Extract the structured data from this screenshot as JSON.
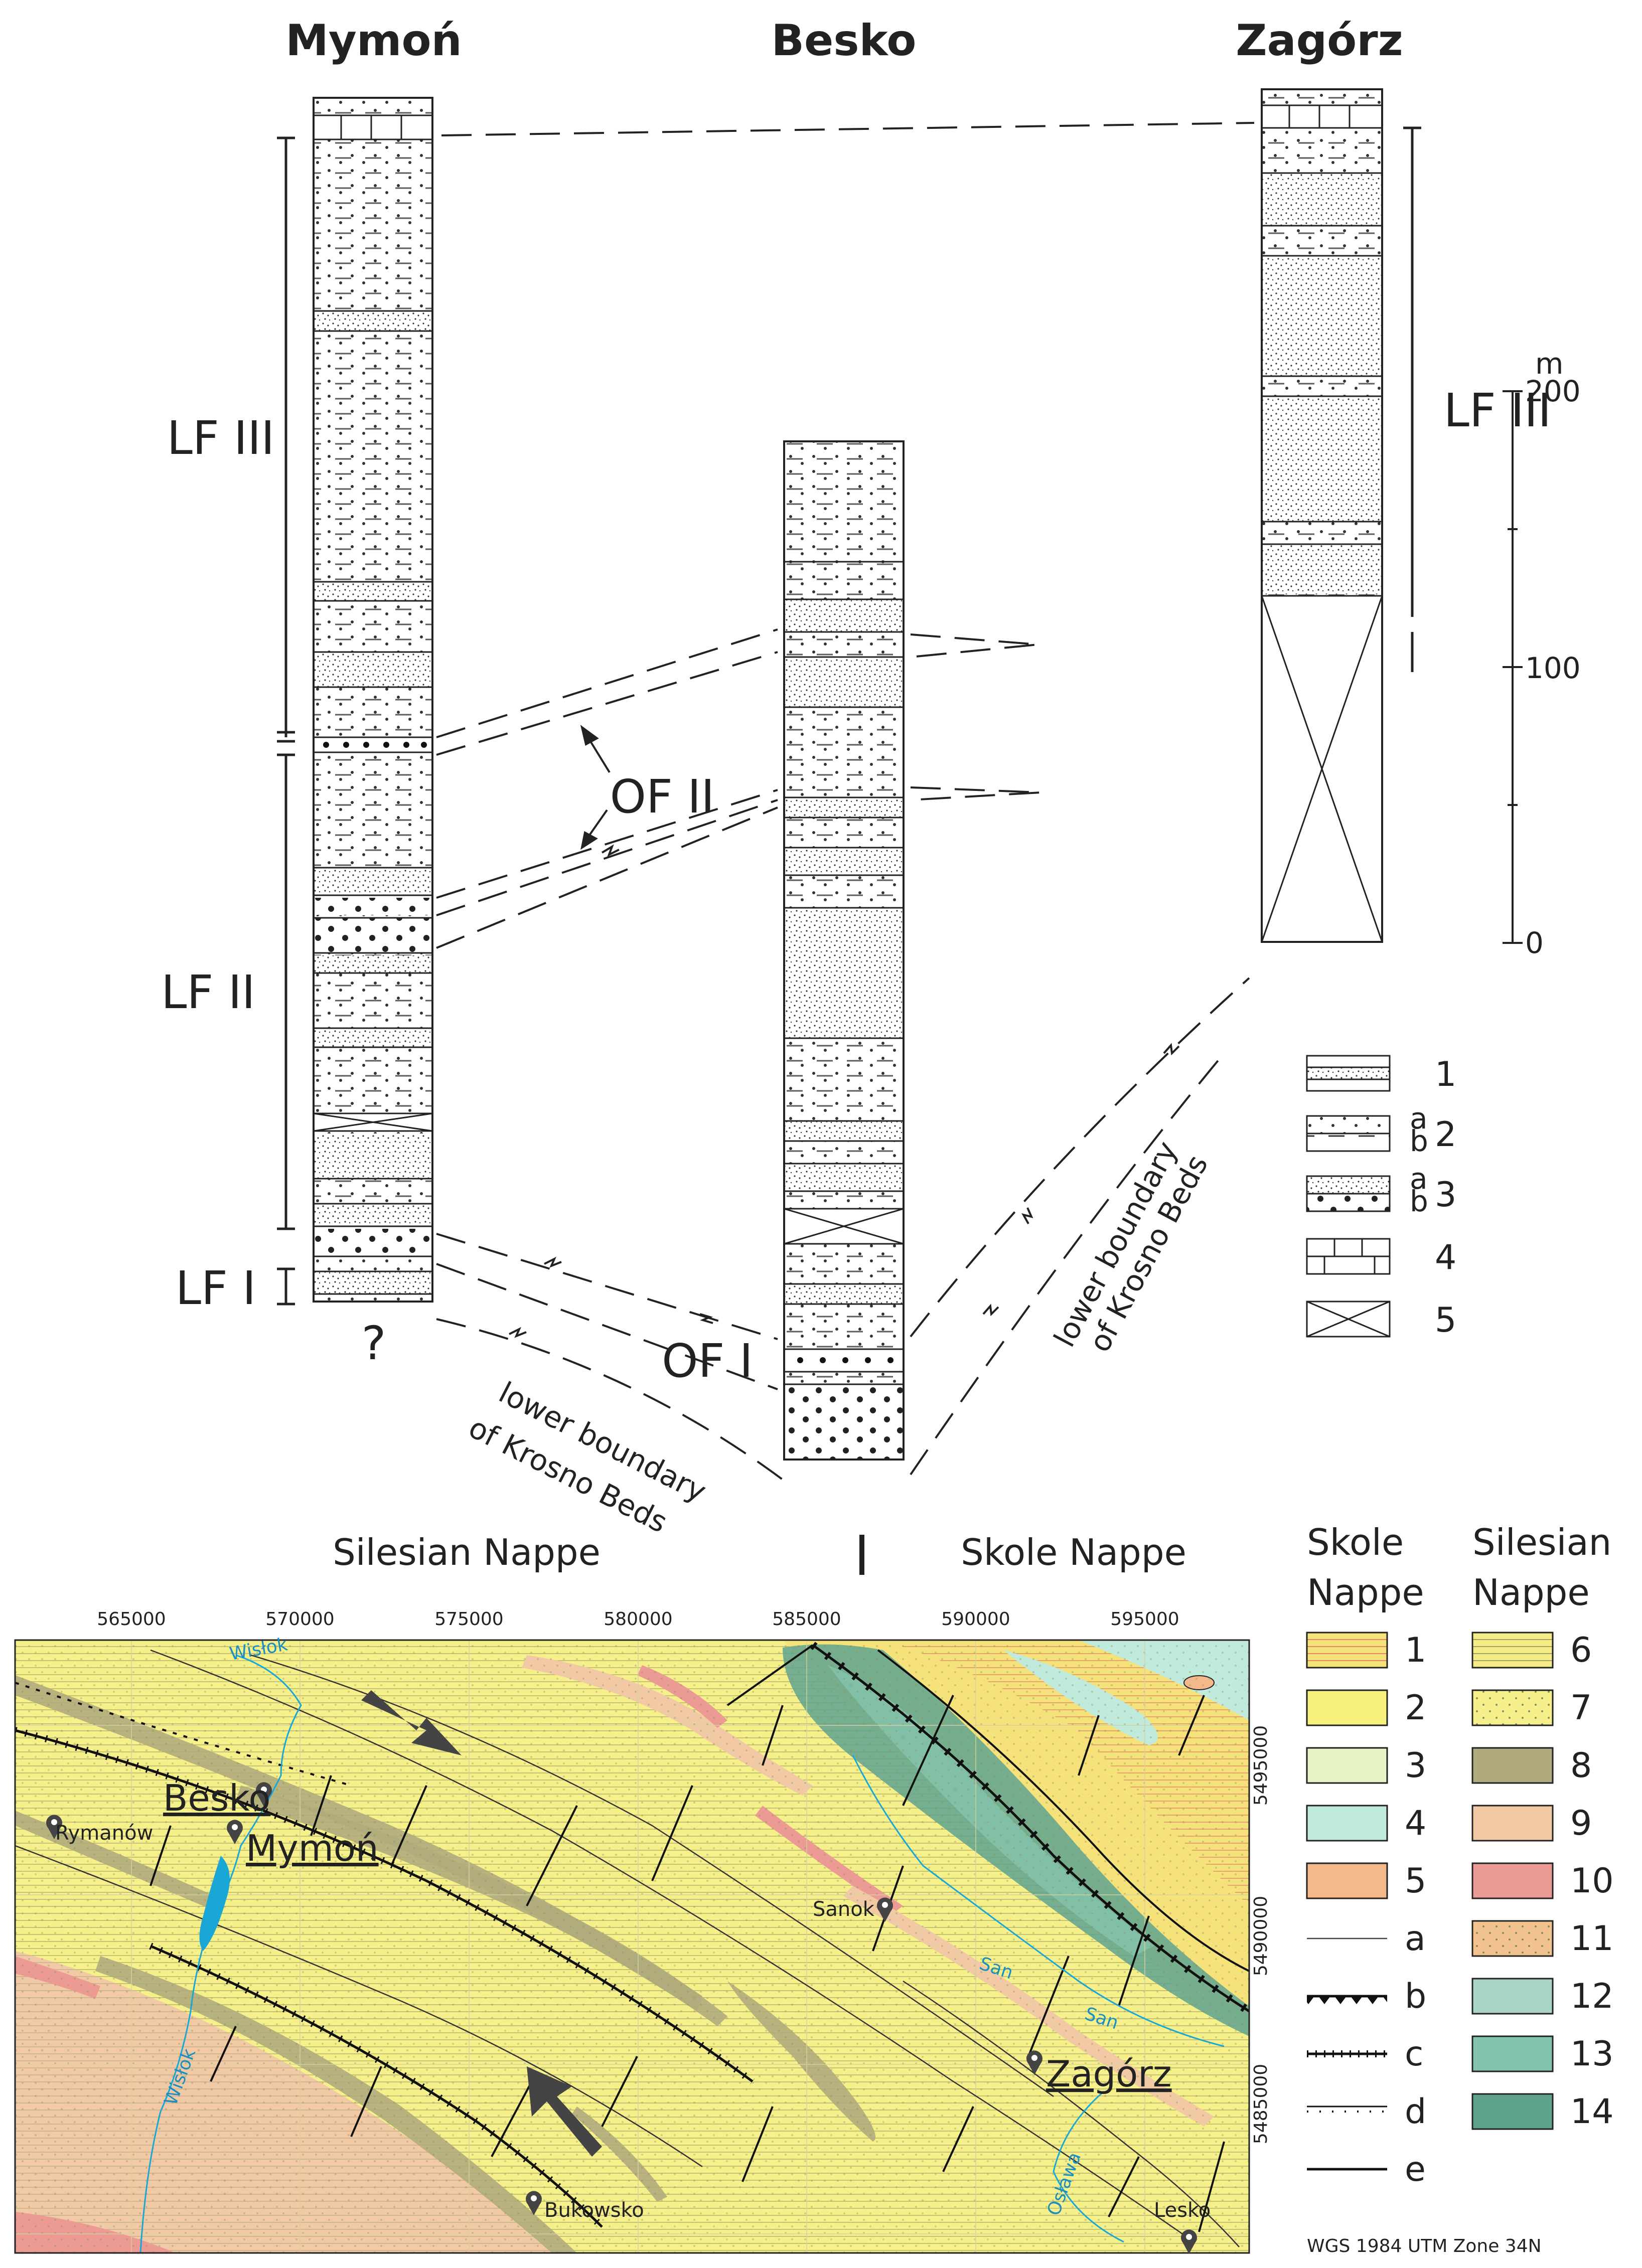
{
  "columns": {
    "mymon": "Mymoń",
    "besko": "Besko",
    "zagorz": "Zagórz"
  },
  "lithofacies": {
    "lf3_left": "LF III",
    "lf2": "LF II",
    "lf1": "LF I",
    "lf3_right": "LF III",
    "of2": "OF II",
    "of1": "OF I",
    "question": "?"
  },
  "annotations": {
    "boundary_left_1": "lower boundary",
    "boundary_left_2": "of Krosno Beds",
    "boundary_right_1": "lower boundary",
    "boundary_right_2": "of Krosno Beds"
  },
  "scale": {
    "unit": "m",
    "ticks": [
      "200",
      "100",
      "0"
    ]
  },
  "legend": {
    "items": [
      "1",
      "2",
      "3",
      "4",
      "5"
    ],
    "sub_a": "a",
    "sub_b": "b"
  },
  "map": {
    "nappe_left": "Silesian Nappe",
    "nappe_right": "Skole Nappe",
    "x_coords": [
      "565000",
      "570000",
      "575000",
      "580000",
      "585000",
      "590000",
      "595000"
    ],
    "y_coords": [
      "5495000",
      "5490000",
      "5485000"
    ],
    "places": {
      "rymanow": "Rymanów",
      "besko": "Besko",
      "mymon": "Mymoń",
      "sanok": "Sanok",
      "zagorz": "Zagórz",
      "bukowsko": "Bukowsko",
      "lesko": "Lesko"
    },
    "rivers": {
      "wislok": "Wisłok",
      "san1": "San",
      "san2": "San",
      "oslawa": "Osława",
      "wislok2": "Wisłok"
    },
    "projection": "WGS 1984 UTM Zone 34N"
  },
  "map_legend": {
    "skole_title_1": "Skole",
    "skole_title_2": "Nappe",
    "silesian_title_1": "Silesian",
    "silesian_title_2": "Nappe",
    "skole_items": [
      "1",
      "2",
      "3",
      "4",
      "5"
    ],
    "line_items": [
      "a",
      "b",
      "c",
      "d",
      "e"
    ],
    "silesian_items": [
      "6",
      "7",
      "8",
      "9",
      "10",
      "11",
      "12",
      "13",
      "14"
    ],
    "colors": {
      "1": "#f6e27a",
      "2": "#f7f27c",
      "3": "#e6f3c4",
      "4": "#bfeadc",
      "5": "#f4b98a",
      "6": "#f4ec86",
      "7": "#f6f08a",
      "8": "#b0ab7c",
      "9": "#f1c9a5",
      "10": "#ec9a94",
      "11": "#f3c38f",
      "12": "#a9d6c4",
      "13": "#84c4ad",
      "14": "#5fa38f"
    }
  }
}
